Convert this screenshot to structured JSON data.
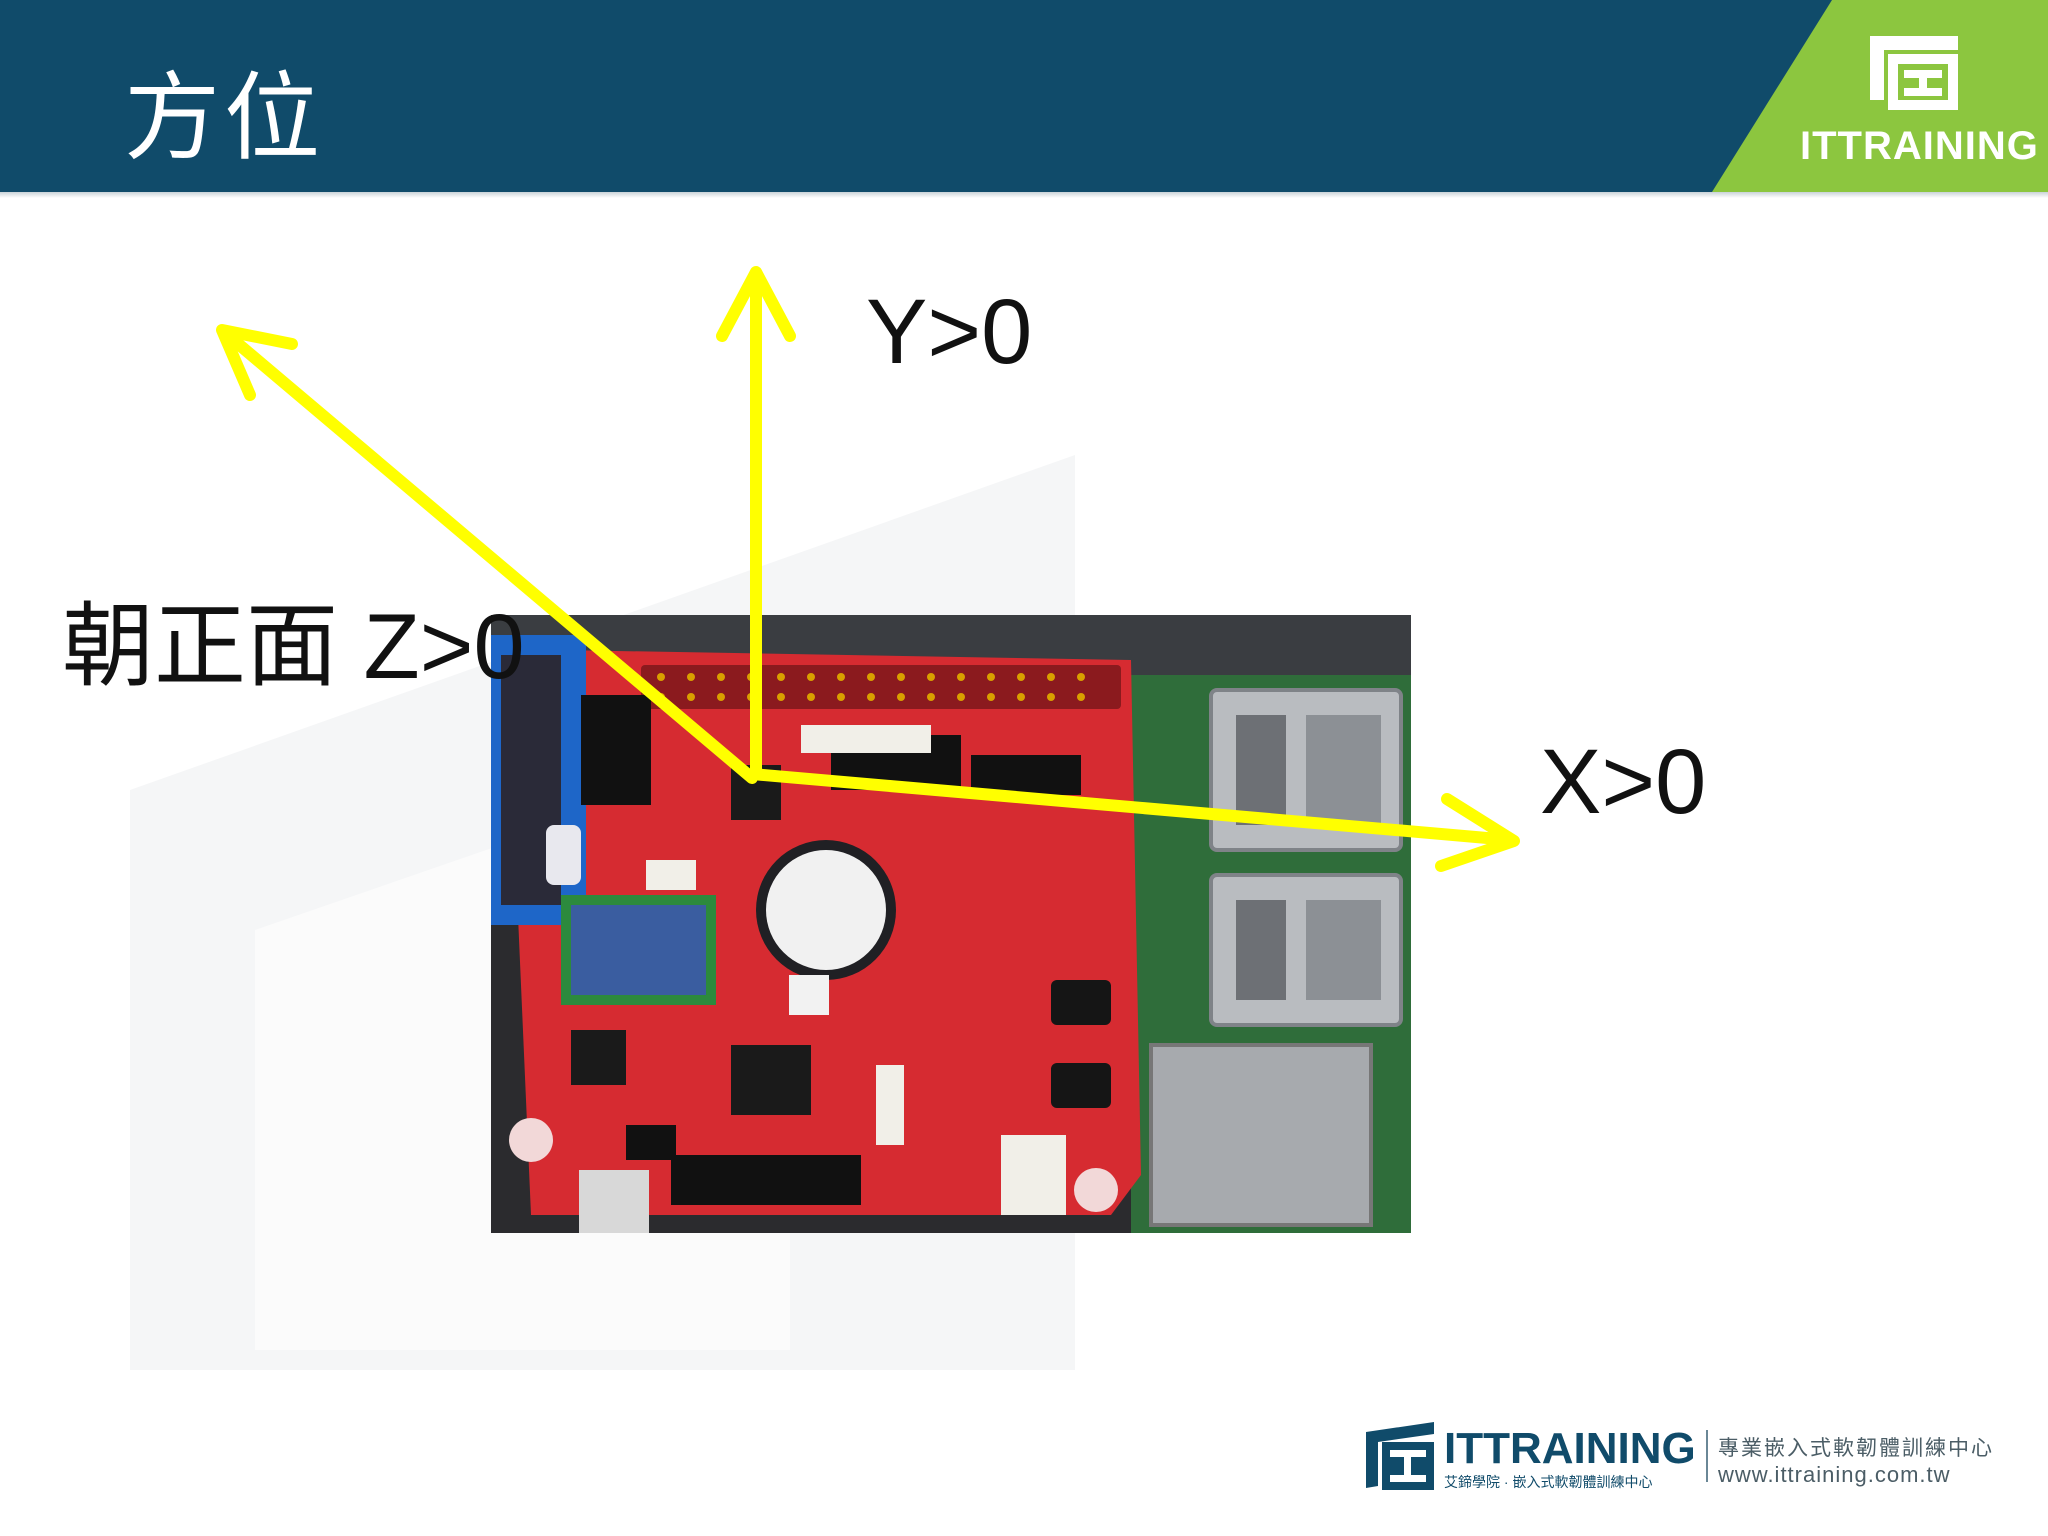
{
  "slide": {
    "title": "方位",
    "brand": {
      "name": "ITTRAINING"
    }
  },
  "axes": {
    "y_label": "Y>0",
    "x_label": "X>0",
    "z_label": "朝正面 Z>0",
    "arrow_color": "#ffff00"
  },
  "board_photo": {
    "icons": [
      "relay",
      "buzzer",
      "usb-port",
      "ethernet-port",
      "oled-display"
    ]
  },
  "footer": {
    "brand": "ITTRAINING",
    "subtitle": "艾鍗學院 · 嵌入式軟韌體訓練中心",
    "tagline": "專業嵌入式軟韌體訓練中心",
    "url": "www.ittraining.com.tw"
  },
  "colors": {
    "header": "#104b6a",
    "accent": "#8cc63f"
  }
}
